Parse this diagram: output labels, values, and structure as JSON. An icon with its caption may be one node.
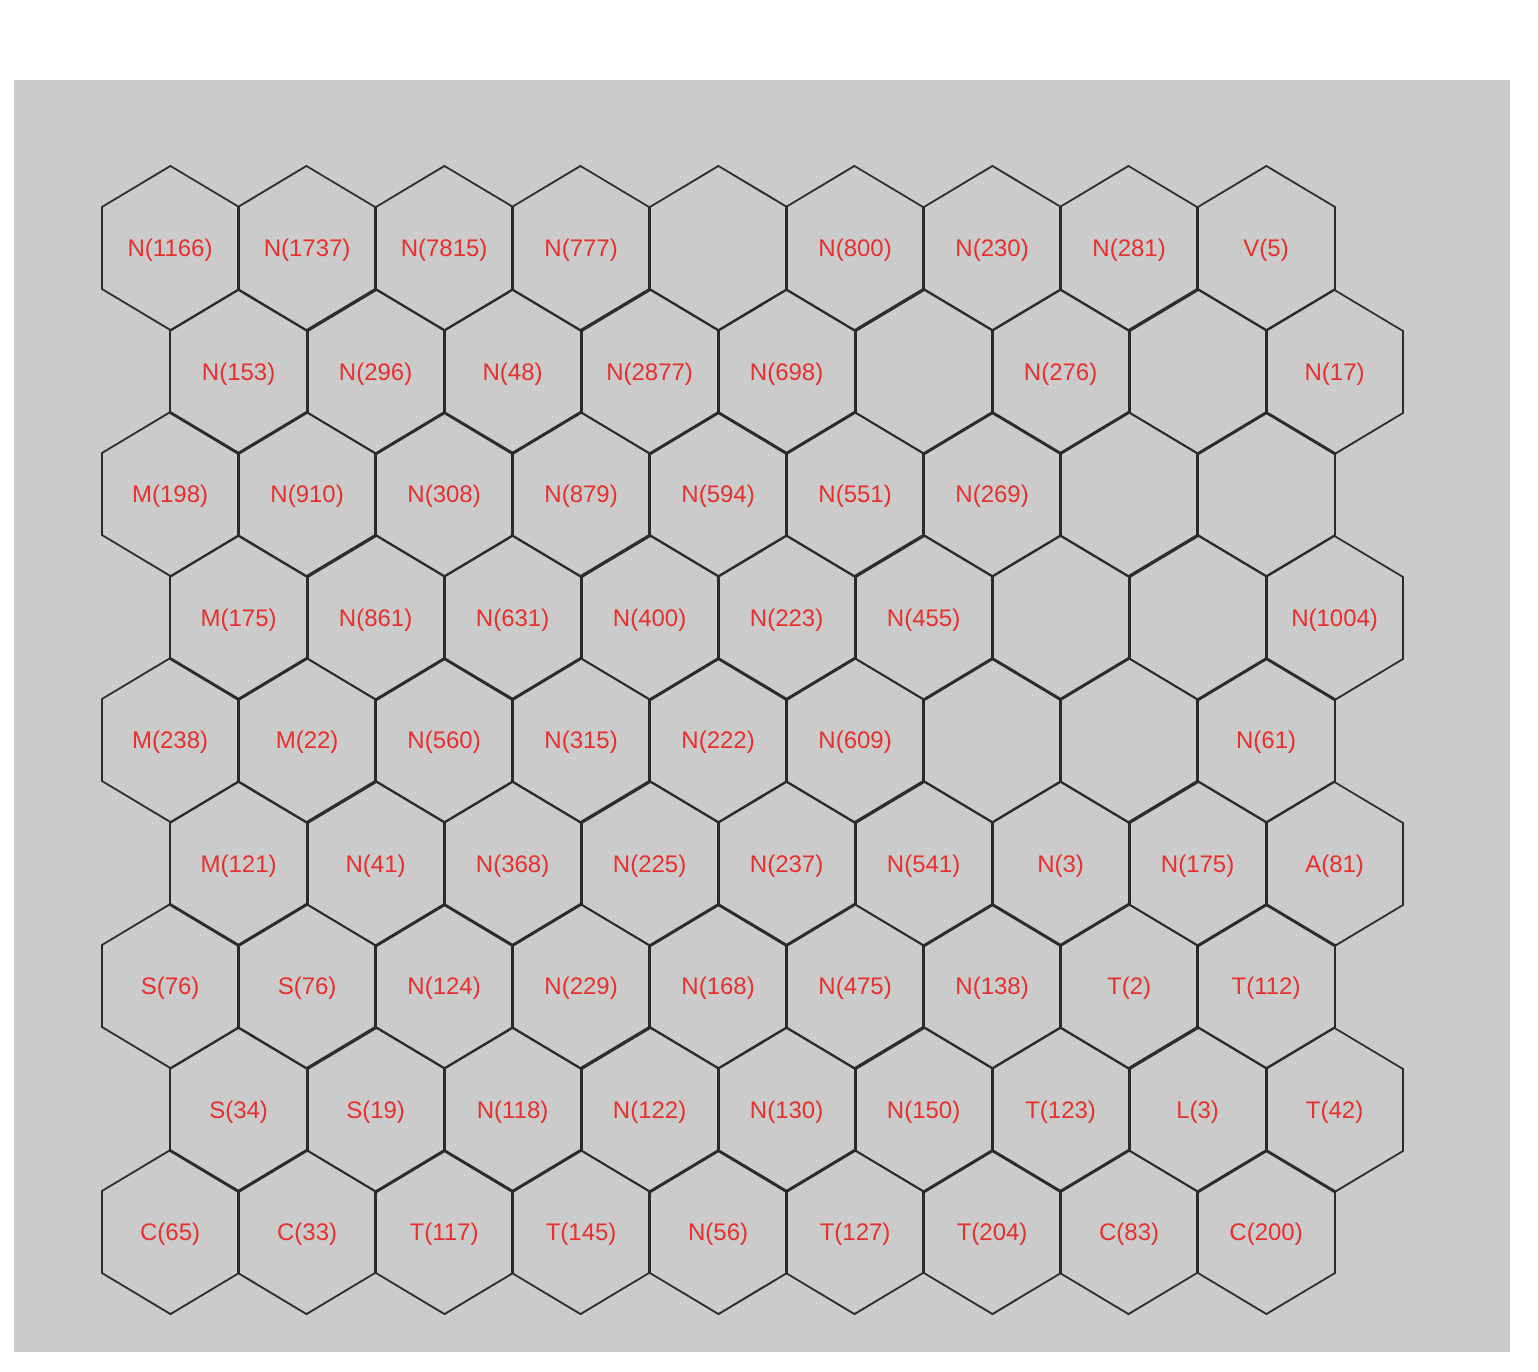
{
  "diagram": {
    "nodes": [
      {
        "text": [
          "N(1166)"
        ]
      },
      {
        "text": [
          "N(1737)"
        ]
      },
      {
        "text": [
          "N(7815)"
        ]
      },
      {
        "text": [
          "N(777)"
        ]
      },
      {
        "text": [],
        "shape": "hexagon"
      },
      {
        "text": [
          "N(800)"
        ]
      },
      {
        "text": [
          "N(230)"
        ]
      },
      {
        "text": [
          "N(281)"
        ]
      },
      {
        "text": [
          "V(5)"
        ]
      },
      {
        "text": [
          "N(153)"
        ]
      },
      {
        "text": [
          "N(296)"
        ]
      },
      {
        "text": [
          "N(48)"
        ]
      },
      {
        "text": [
          "N(2877)"
        ]
      },
      {
        "text": [
          "N(698)"
        ]
      },
      {
        "text": [],
        "shape": "hexagon"
      },
      {
        "text": [
          "N(276)"
        ]
      },
      {
        "text": [],
        "shape": "hexagon"
      },
      {
        "text": [
          "N(17)"
        ]
      },
      {
        "text": [
          "M(198)"
        ]
      },
      {
        "text": [
          "N(910)"
        ]
      },
      {
        "text": [
          "N(308)"
        ]
      },
      {
        "text": [
          "N(879)"
        ]
      },
      {
        "text": [
          "N(594)"
        ]
      },
      {
        "text": [
          "N(551)"
        ]
      },
      {
        "text": [
          "N(269)"
        ]
      },
      {
        "text": [],
        "shape": "hexagon"
      },
      {
        "text": [],
        "shape": "hexagon"
      },
      {
        "text": [
          "M(175)"
        ]
      },
      {
        "text": [
          "N(861)"
        ]
      },
      {
        "text": [
          "N(631)"
        ]
      },
      {
        "text": [
          "N(400)"
        ]
      },
      {
        "text": [
          "N(223)"
        ]
      },
      {
        "text": [
          "N(455)"
        ]
      },
      {
        "text": [],
        "shape": "hexagon"
      },
      {
        "text": [],
        "shape": "hexagon"
      },
      {
        "text": [
          "N(1004)"
        ]
      },
      {
        "text": [
          "M(238)"
        ]
      },
      {
        "text": [
          "M(22)"
        ]
      },
      {
        "text": [
          "N(560)"
        ]
      },
      {
        "text": [
          "N(315)"
        ]
      },
      {
        "text": [
          "N(222)"
        ]
      },
      {
        "text": [
          "N(609)"
        ]
      },
      {
        "text": [],
        "shape": "hexagon"
      },
      {
        "text": [],
        "shape": "hexagon"
      },
      {
        "text": [
          "N(61)"
        ]
      },
      {
        "text": [
          "M(121)"
        ]
      },
      {
        "text": [
          "N(41)"
        ]
      },
      {
        "text": [
          "N(368)"
        ]
      },
      {
        "text": [
          "N(225)"
        ]
      },
      {
        "text": [
          "N(237)"
        ]
      },
      {
        "text": [
          "N(541)"
        ]
      },
      {
        "text": [
          "N(3)"
        ]
      },
      {
        "text": [
          "N(175)"
        ]
      },
      {
        "text": [
          "A(81)"
        ]
      },
      {
        "text": [
          "S(76)"
        ]
      },
      {
        "text": [
          "S(76)"
        ]
      },
      {
        "text": [
          "N(124)"
        ]
      },
      {
        "text": [
          "N(229)"
        ]
      },
      {
        "text": [
          "N(168)"
        ]
      },
      {
        "text": [
          "N(475)"
        ]
      },
      {
        "text": [
          "N(138)"
        ]
      },
      {
        "text": [
          "T(2)"
        ]
      },
      {
        "text": [
          "T(112)"
        ]
      },
      {
        "text": [
          "S(34)"
        ]
      },
      {
        "text": [
          "S(19)"
        ]
      },
      {
        "text": [
          "N(118)"
        ]
      },
      {
        "text": [
          "N(122)"
        ]
      },
      {
        "text": [
          "N(130)"
        ]
      },
      {
        "text": [
          "N(150)"
        ]
      },
      {
        "text": [
          "T(123)"
        ]
      },
      {
        "text": [
          "L(3)"
        ]
      },
      {
        "text": [
          "T(42)"
        ]
      },
      {
        "text": [
          "C(65)"
        ]
      },
      {
        "text": [
          "C(33)"
        ]
      },
      {
        "text": [
          "T(117)"
        ]
      },
      {
        "text": [
          "T(145)"
        ]
      },
      {
        "text": [
          "N(56)"
        ]
      },
      {
        "text": [
          "T(127)"
        ]
      },
      {
        "text": [
          "T(204)"
        ]
      },
      {
        "text": [
          "C(83)"
        ]
      },
      {
        "text": [
          "C(200)"
        ]
      }
    ]
  }
}
